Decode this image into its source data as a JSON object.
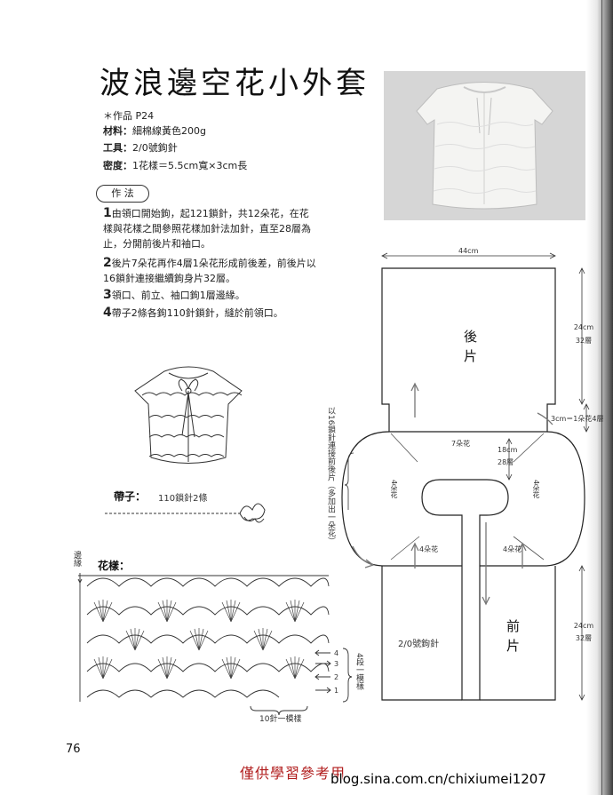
{
  "title": "波浪邊空花小外套",
  "details": {
    "work": "＊作品 P24",
    "material_label": "材料：",
    "material_value": "細棉線黃色200g",
    "tool_label": "工具：",
    "tool_value": "2/0號鉤針",
    "gauge_label": "密度：",
    "gauge_value": "1花樣＝5.5cm寬×3cm長"
  },
  "method_label": "作 法",
  "steps": [
    {
      "num": "1",
      "text": "由領口開始鉤，起121鎖針，共12朵花，在花樣與花樣之間參照花樣加針法加針，直至28層為止，分開前後片和袖口。"
    },
    {
      "num": "2",
      "text": "後片7朵花再作4層1朵花形成前後差，前後片以16鎖針連接繼續鉤身片32層。"
    },
    {
      "num": "3",
      "text": "領口、前立、袖口鉤1層邊緣。"
    },
    {
      "num": "4",
      "text": "帶子2條各鉤110針鎖針，縫於前領口。"
    }
  ],
  "strap": {
    "label": "帶子：",
    "desc": "110鎖針2條"
  },
  "pattern": {
    "label": "花樣：",
    "edge_label": "邊緣",
    "repeat_label": "10針一模樣",
    "rows_label": "4段一模樣",
    "row_marks": [
      "4",
      "3",
      "2",
      "1"
    ]
  },
  "schematic": {
    "width_top": "44cm",
    "back_height": "24cm",
    "back_rows": "32層",
    "back_label": "後片",
    "diff_label": "3cm＝1朵花4層",
    "yoke_depth": "18cm",
    "yoke_rows": "28層",
    "back_flowers": "7朵花",
    "sleeve_left": "4朵花",
    "sleeve_right": "4朵花",
    "front_left_flowers": "4朵花",
    "front_right_flowers": "4朵花",
    "side_note": "以16鎖針連接前後片（多加出一朵花）",
    "front_height": "24cm",
    "front_rows": "32層",
    "hook_label": "2/0號鉤針",
    "front_label": "前片"
  },
  "page_number": "76",
  "watermark_cn": "僅供學習參考用",
  "watermark_url": "blog.sina.com.cn/chixiumei1207",
  "colors": {
    "ink": "#222222",
    "watermark_red": "#b01a1a"
  }
}
